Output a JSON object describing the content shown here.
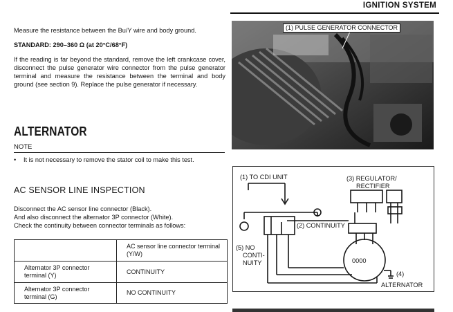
{
  "header": {
    "title": "IGNITION SYSTEM"
  },
  "intro": {
    "measure": "Measure the resistance between the Bu/Y wire and body ground.",
    "standard": "STANDARD: 290–360 Ω (at 20°C/68°F)",
    "instruction": "If the reading is far beyond the standard, remove the left crankcase cover, disconnect the pulse generator wire connector from the pulse generator terminal and measure the resistance between the terminal and body ground (see section 9). Replace the pulse generator if necessary."
  },
  "alternator": {
    "title": "ALTERNATOR",
    "note_label": "NOTE",
    "note_bullet": "•",
    "note_text": "It is not necessary to remove the stator coil to make this test."
  },
  "ac_sensor": {
    "title": "AC SENSOR LINE INSPECTION",
    "line1": "Disconnect the AC sensor line connector (Black).",
    "line2": "And also disconnect the alternator 3P connector (White).",
    "line3": "Check the continuity between connector terminals as follows:"
  },
  "table": {
    "header": "AC sensor line connector terminal (Y/W)",
    "rows": [
      {
        "label": "Alternator 3P connector terminal (Y)",
        "value": "CONTINUITY"
      },
      {
        "label": "Alternator 3P connector terminal (G)",
        "value": "NO CONTINUITY"
      }
    ]
  },
  "photo": {
    "callout": "(1) PULSE GENERATOR CONNECTOR"
  },
  "diagram": {
    "label_cdi": "(1) TO CDI UNIT",
    "label_regulator_1": "(3) REGULATOR/",
    "label_regulator_2": "RECTIFIER",
    "label_continuity": "(2) CONTINUITY",
    "label_no_1": "(5) NO",
    "label_no_2": "CONTI-",
    "label_no_3": "NUITY",
    "label_alt_1": "(4)",
    "label_alt_2": "ALTERNATOR",
    "coil_text": "0000"
  }
}
